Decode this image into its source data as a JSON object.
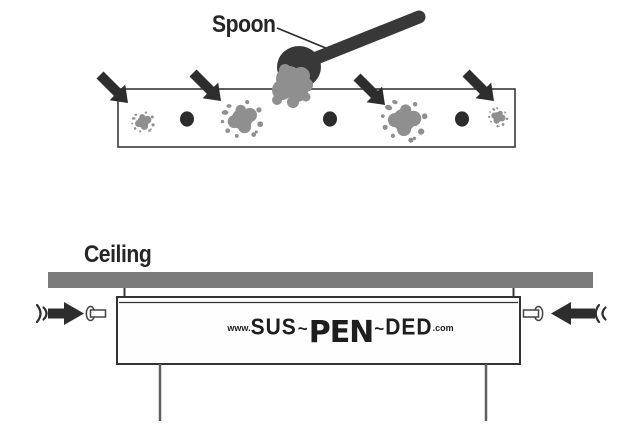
{
  "figure": {
    "title_labels": {
      "spoon": "Spoon",
      "ceiling": "Ceiling"
    },
    "logo": {
      "prefix": "www.",
      "sus": "SUS",
      "sep1": "~",
      "pen": "PEN",
      "sep2": "~",
      "ded": "DED",
      "suffix": ".com"
    },
    "colors": {
      "ink": "#2d2d2d",
      "splat_gray": "#8f8f8f",
      "ceiling_gray": "#7b7b7b",
      "panel_fill": "#ffffff",
      "wire_gray": "#5f5f5f"
    }
  }
}
